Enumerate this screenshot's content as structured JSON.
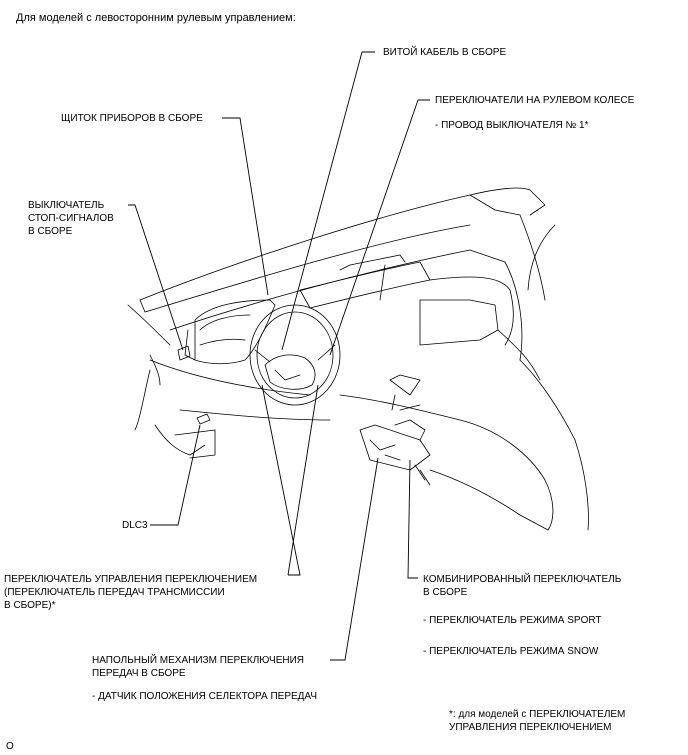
{
  "header": "Для моделей с левосторонним рулевым управлением:",
  "labels": {
    "spiral_cable": "ВИТОЙ КАБЕЛЬ В СБОРЕ",
    "steering_switches": "ПЕРЕКЛЮЧАТЕЛИ НА РУЛЕВОМ КОЛЕСЕ",
    "switch_wire": "- ПРОВОД ВЫКЛЮЧАТЕЛЯ № 1*",
    "instrument_panel": "ЩИТОК ПРИБОРОВ В СБОРЕ",
    "stop_lamp_switch": [
      "ВЫКЛЮЧАТЕЛЬ",
      "СТОП-СИГНАЛОВ",
      "В СБОРЕ"
    ],
    "dlc3": "DLC3",
    "paddle_shift": [
      "ПЕРЕКЛЮЧАТЕЛЬ УПРАВЛЕНИЯ ПЕРЕКЛЮЧЕНИЕМ",
      "(ПЕРЕКЛЮЧАТЕЛЬ ПЕРЕДАЧ ТРАНСМИССИИ",
      "В СБОРЕ)*"
    ],
    "combination_switch": [
      "КОМБИНИРОВАННЫЙ ПЕРЕКЛЮЧАТЕЛЬ",
      "В СБОРЕ"
    ],
    "sport_mode": "- ПЕРЕКЛЮЧАТЕЛЬ РЕЖИМА SPORT",
    "snow_mode": "- ПЕРЕКЛЮЧАТЕЛЬ РЕЖИМА SNOW",
    "floor_shift": [
      "НАПОЛЬНЫЙ МЕХАНИЗМ ПЕРЕКЛЮЧЕНИЯ",
      "ПЕРЕДАЧ В СБОРЕ"
    ],
    "position_sensor": "- ДАТЧИК ПОЛОЖЕНИЯ СЕЛЕКТОРА ПЕРЕДАЧ"
  },
  "footnote": [
    "*: для моделей с ПЕРЕКЛЮЧАТЕЛЕМ",
    "УПРАВЛЕНИЯ ПЕРЕКЛЮЧЕНИЕМ"
  ],
  "page_marker": "O"
}
